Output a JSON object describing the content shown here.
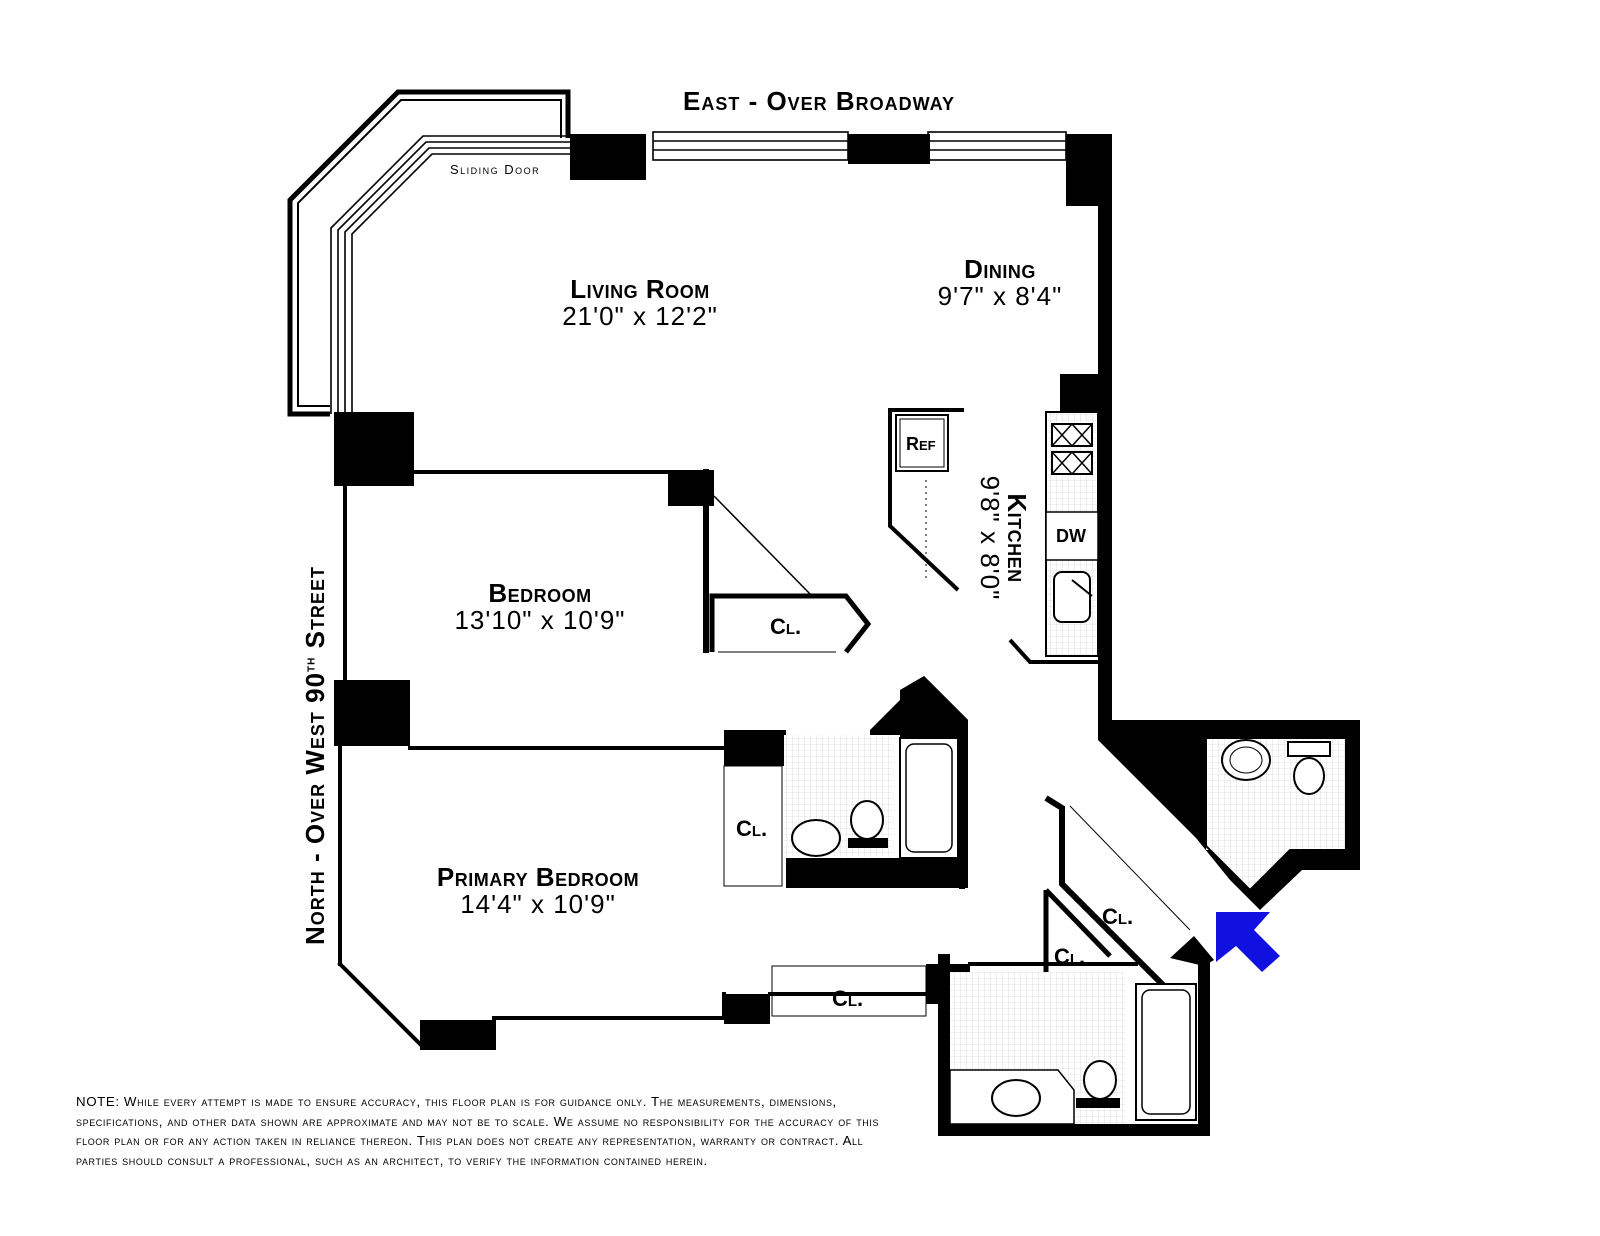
{
  "labels": {
    "east": "East - Over Broadway",
    "north_prefix": "North - Over West 90",
    "north_sup": "th",
    "north_suffix": " Street",
    "sliding_door": "Sliding Door"
  },
  "rooms": {
    "living": {
      "name": "Living Room",
      "dims": "21'0\"  x  12'2\""
    },
    "dining": {
      "name": "Dining",
      "dims": "9'7\"  x  8'4\""
    },
    "kitchen": {
      "name": "Kitchen",
      "dims": "9'8\"  x  8'0\""
    },
    "bedroom": {
      "name": "Bedroom",
      "dims": "13'10\"  x  10'9\""
    },
    "primary": {
      "name": "Primary Bedroom",
      "dims": "14'4\"  x  10'9\""
    }
  },
  "fixtures": {
    "ref": "Ref",
    "dw": "DW",
    "closet": "Cl."
  },
  "note": "NOTE: While every attempt is made to ensure accuracy, this floor plan is for guidance only. The measurements, dimensions, specifications, and other data shown are approximate and may not be to scale. We assume no responsibility for the accuracy of this floor plan or for any action taken in reliance thereon. This plan does not create any representation, warranty or contract. All parties should consult a professional, such as an architect, to verify the information contained herein.",
  "colors": {
    "walls": "#000000",
    "entry_arrow": "#1010e0",
    "tile": "#cfcfcf"
  }
}
